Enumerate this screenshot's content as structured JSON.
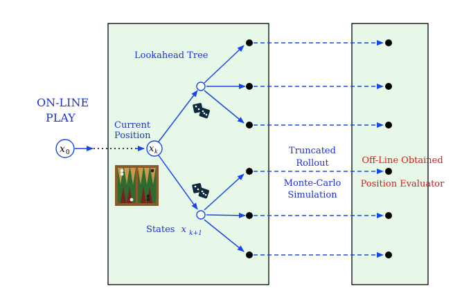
{
  "labels": {
    "online_line1": "ON-LINE",
    "online_line2": "PLAY",
    "current_line1": "Current",
    "current_line2": "Position",
    "x0": "x",
    "x0_sub": "0",
    "xk": "x",
    "xk_sub": "k",
    "lookahead": "Lookahead Tree",
    "states": "States",
    "states_var": "x",
    "states_sub": "k+1",
    "truncated_line1": "Truncated",
    "truncated_line2": "Rollout",
    "mc_line1": "Monte-Carlo",
    "mc_line2": "Simulation",
    "offline_line1": "Off-Line Obtained",
    "offline_line2": "Position Evaluator"
  },
  "colors": {
    "text_blue": "#1a2fd6",
    "text_red": "#e01414",
    "arrow_blue": "#1646e6",
    "panel_fill": "#e8f8e8",
    "node_black": "#000000"
  },
  "icons": {
    "dice": "dice-icon",
    "board": "backgammon-board-icon"
  }
}
